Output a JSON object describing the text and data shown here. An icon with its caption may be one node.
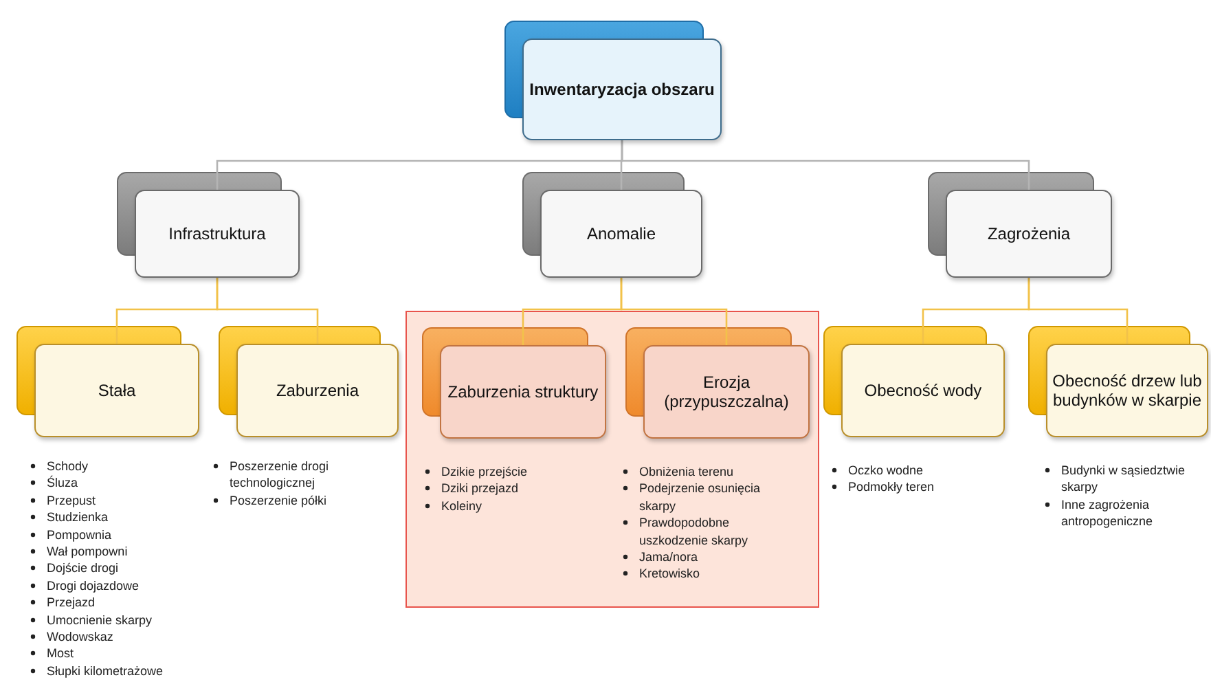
{
  "diagram": {
    "nodes": [
      {
        "text": [
          "Inwentaryzacja obszaru"
        ]
      },
      {
        "text": [
          "Infrastruktura"
        ]
      },
      {
        "text": [
          "Anomalie"
        ]
      },
      {
        "text": [
          "Zagrożenia"
        ]
      },
      {
        "text": [
          "Stała"
        ],
        "beside": [
          "Schody",
          "Śluza",
          "Przepust",
          "Studzienka",
          "Pompownia",
          "Wał pompowni",
          "Dojście drogi",
          "Drogi dojazdowe",
          "Przejazd",
          "Umocnienie skarpy",
          "Wodowskaz",
          "Most",
          "Słupki kilometrażowe"
        ]
      },
      {
        "text": [
          "Zaburzenia"
        ],
        "beside": [
          "Poszerzenie drogi technologicznej",
          "Poszerzenie półki"
        ]
      },
      {
        "text": [],
        "shape": "box"
      },
      {
        "text": [
          "Zaburzenia struktury"
        ],
        "in": 6,
        "beside": [
          "Dzikie przejście",
          "Dziki przejazd",
          "Koleiny"
        ]
      },
      {
        "text": [
          "Erozja (przypuszczalna)"
        ],
        "in": 6,
        "beside": [
          "Obniżenia terenu",
          "Podejrzenie osunięcia skarpy",
          "Prawdopodobne uszkodzenie skarpy",
          "Jama/nora",
          "Kretowisko"
        ]
      },
      {
        "text": [
          "Obecność wody"
        ],
        "beside": [
          "Oczko wodne",
          "Podmokły teren"
        ]
      },
      {
        "text": [
          "Obecność drzew lub budynków w skarpie"
        ],
        "beside": [
          "Budynki w sąsiedztwie skarpy",
          "Inne zagrożenia antropogeniczne"
        ]
      }
    ],
    "edges": [
      {
        "from": 0,
        "to": 1,
        "arrow": "none",
        "color": "#b4b4b4"
      },
      {
        "from": 0,
        "to": 2,
        "arrow": "none",
        "color": "#b4b4b4"
      },
      {
        "from": 0,
        "to": 3,
        "arrow": "none",
        "color": "#b4b4b4"
      },
      {
        "from": 1,
        "to": 4,
        "arrow": "none"
      },
      {
        "from": 1,
        "to": 5,
        "arrow": "none"
      },
      {
        "from": 2,
        "to": 7,
        "arrow": "none"
      },
      {
        "from": 2,
        "to": 8,
        "arrow": "none"
      },
      {
        "from": 3,
        "to": 9,
        "arrow": "none"
      },
      {
        "from": 3,
        "to": 10,
        "arrow": "none"
      }
    ]
  }
}
